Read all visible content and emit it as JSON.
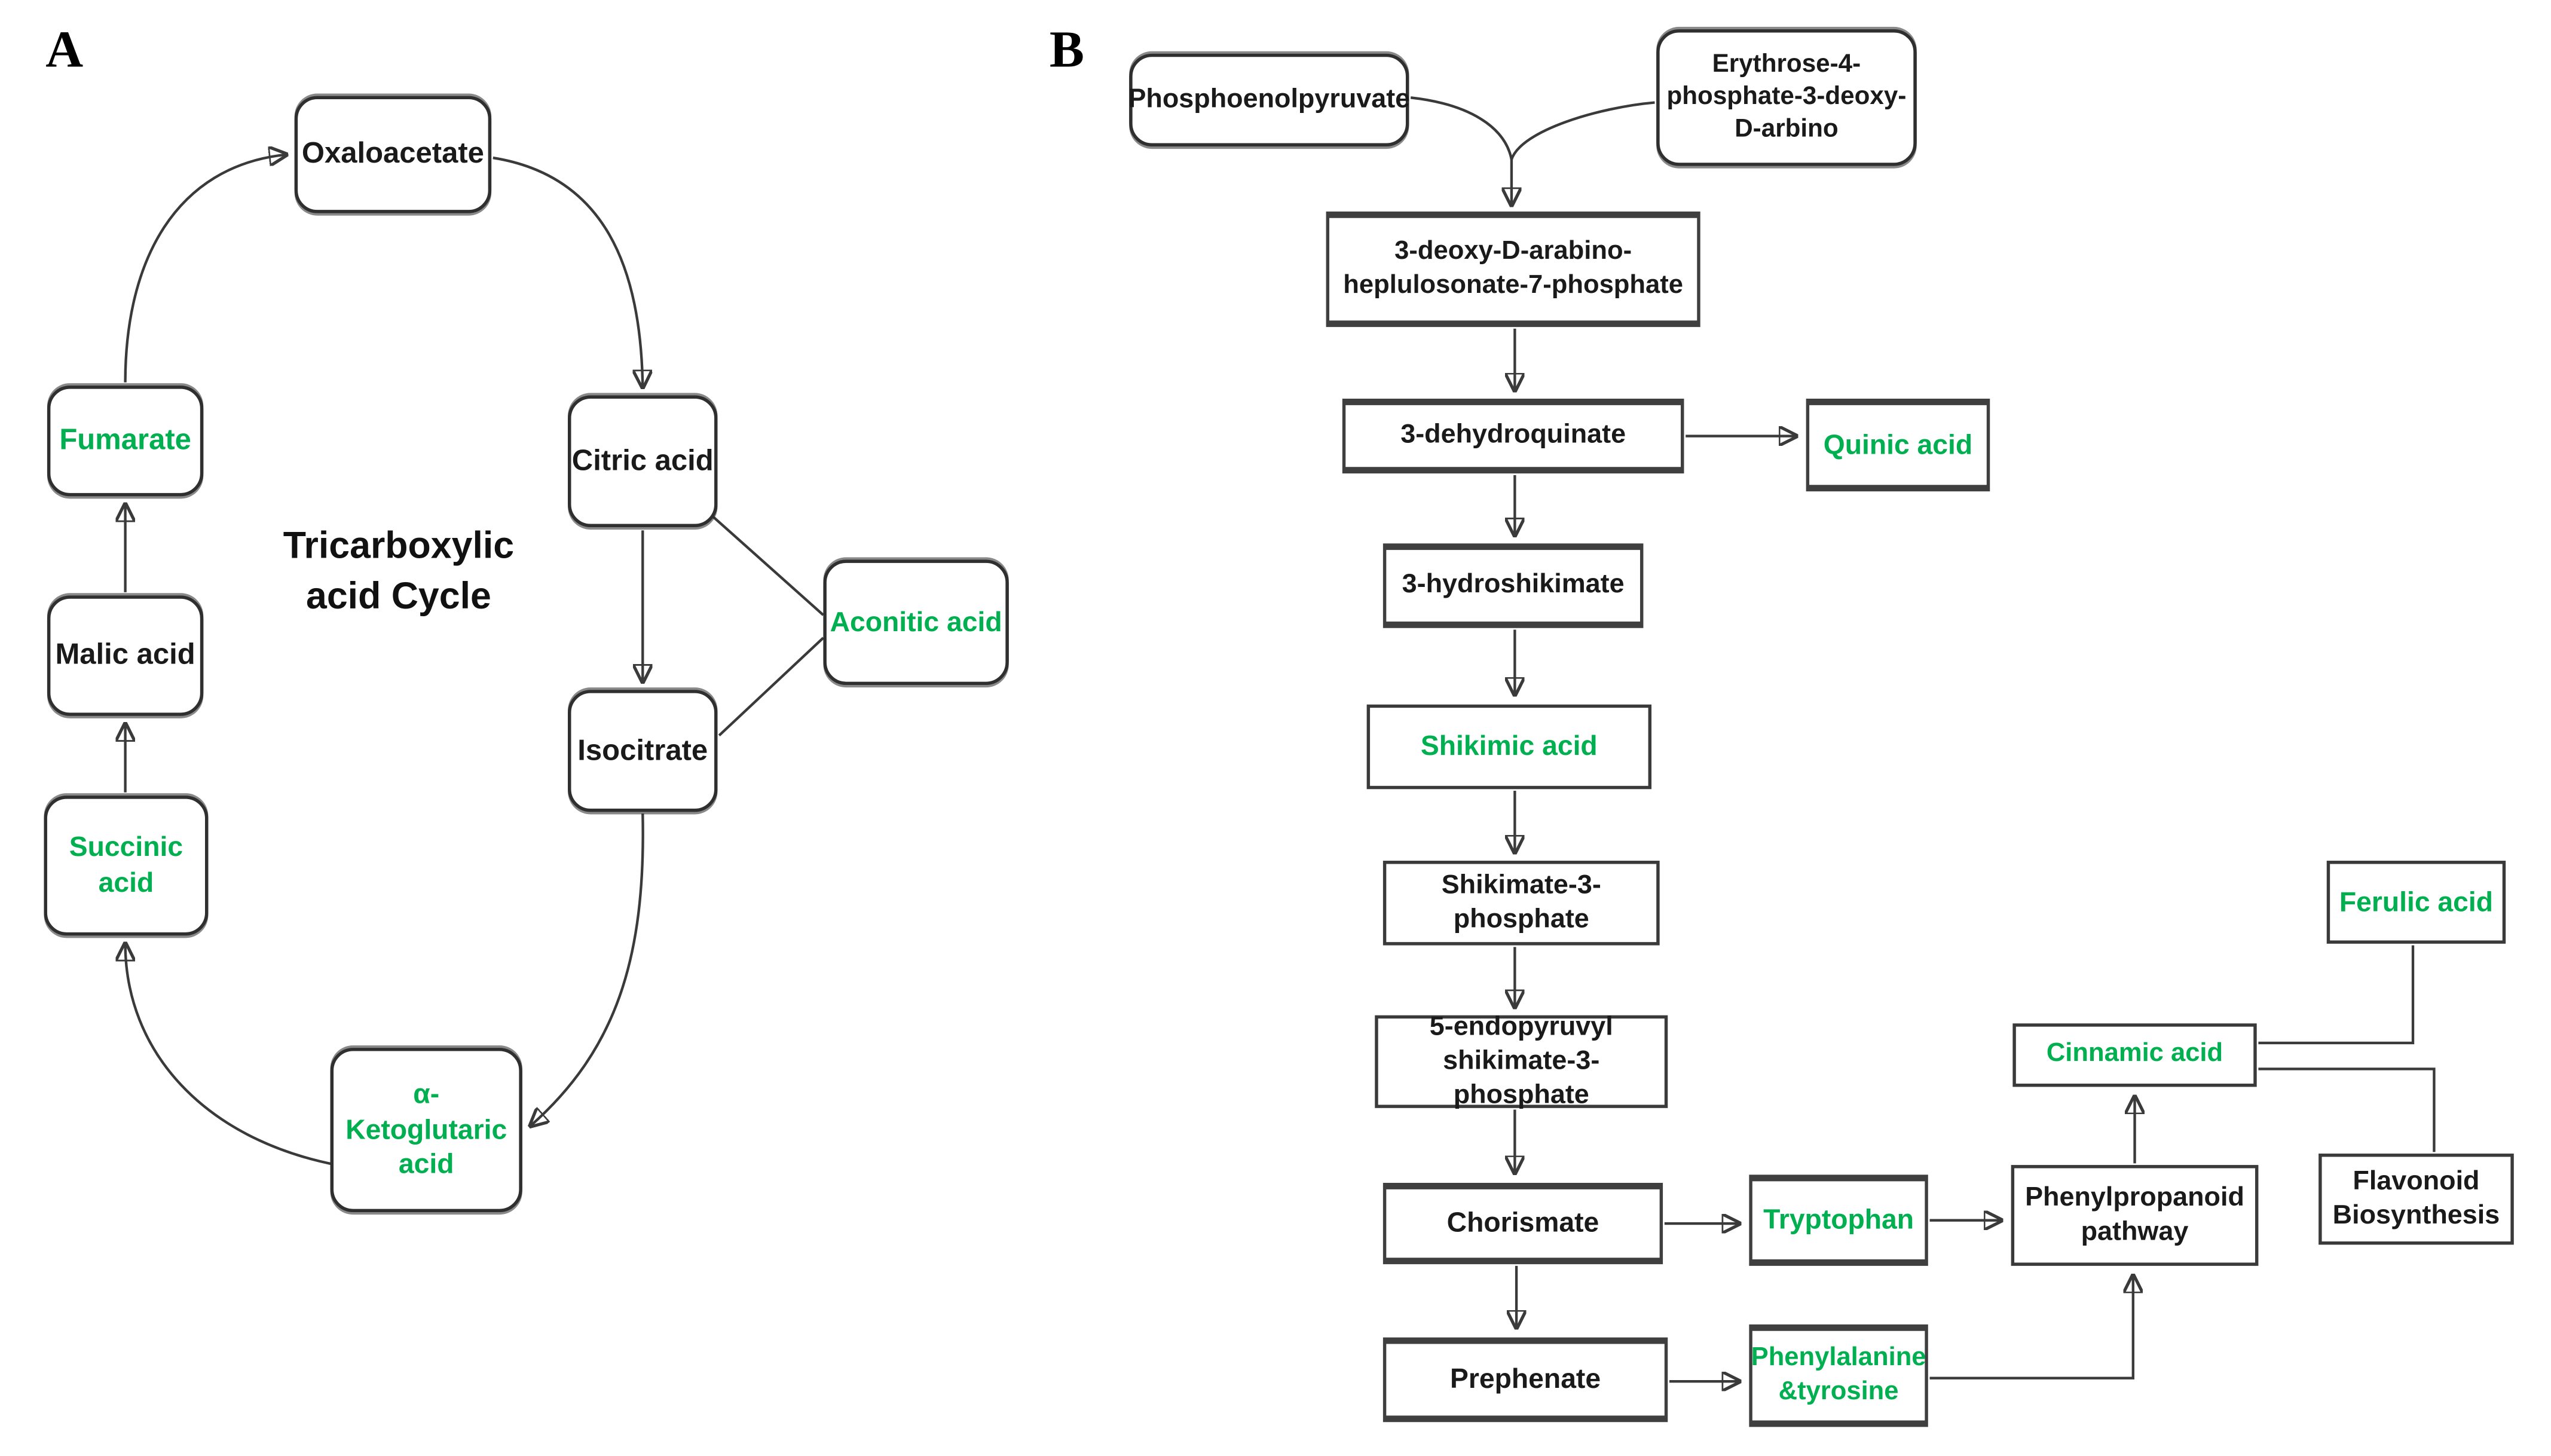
{
  "figure": {
    "colors": {
      "highlight_green": "#00B050",
      "text_black": "#1a1a1a",
      "line": "#3a3a3a",
      "background": "#ffffff"
    },
    "panel_a": {
      "label": "A",
      "title": "Tricarboxylic\nacid Cycle",
      "nodes": {
        "oxaloacetate": {
          "label": "Oxaloacetate",
          "color": "black"
        },
        "citric": {
          "label": "Citric acid",
          "color": "black"
        },
        "isocitrate": {
          "label": "Isocitrate",
          "color": "black"
        },
        "aconitic": {
          "label": "Aconitic acid",
          "color": "green"
        },
        "ketoglutaric": {
          "label": "α-\nKetoglutaric\nacid",
          "color": "green"
        },
        "succinic": {
          "label": "Succinic\nacid",
          "color": "green"
        },
        "malic": {
          "label": "Malic acid",
          "color": "black"
        },
        "fumarate": {
          "label": "Fumarate",
          "color": "green"
        }
      }
    },
    "panel_b": {
      "label": "B",
      "nodes": {
        "phosphoenolpyruvate": {
          "label": "Phosphoenolpyruvate",
          "color": "black"
        },
        "erythrose": {
          "label": "Erythrose-4-\nphosphate-3-deoxy-\nD-arbino",
          "color": "black"
        },
        "dahp": {
          "label": "3-deoxy-D-arabino-\nheplulosonate-7-phosphate",
          "color": "black"
        },
        "dehydroquinate": {
          "label": "3-dehydroquinate",
          "color": "black"
        },
        "quinic": {
          "label": "Quinic acid",
          "color": "green"
        },
        "hydroshikimate": {
          "label": "3-hydroshikimate",
          "color": "black"
        },
        "shikimic": {
          "label": "Shikimic acid",
          "color": "green"
        },
        "shikimate3p": {
          "label": "Shikimate-3-phosphate",
          "color": "black"
        },
        "endopyruvyl": {
          "label": "5-endopyruvyl\nshikimate-3-phosphate",
          "color": "black"
        },
        "chorismate": {
          "label": "Chorismate",
          "color": "black"
        },
        "tryptophan": {
          "label": "Tryptophan",
          "color": "green"
        },
        "phenylpropanoid": {
          "label": "Phenylpropanoid\npathway",
          "color": "black"
        },
        "prephenate": {
          "label": "Prephenate",
          "color": "black"
        },
        "phenylalanine": {
          "label": "Phenylalanine\n&tyrosine",
          "color": "green"
        },
        "cinnamic": {
          "label": "Cinnamic acid",
          "color": "green"
        },
        "ferulic": {
          "label": "Ferulic acid",
          "color": "green"
        },
        "flavonoid": {
          "label": "Flavonoid\nBiosynthesis",
          "color": "black"
        }
      }
    }
  }
}
